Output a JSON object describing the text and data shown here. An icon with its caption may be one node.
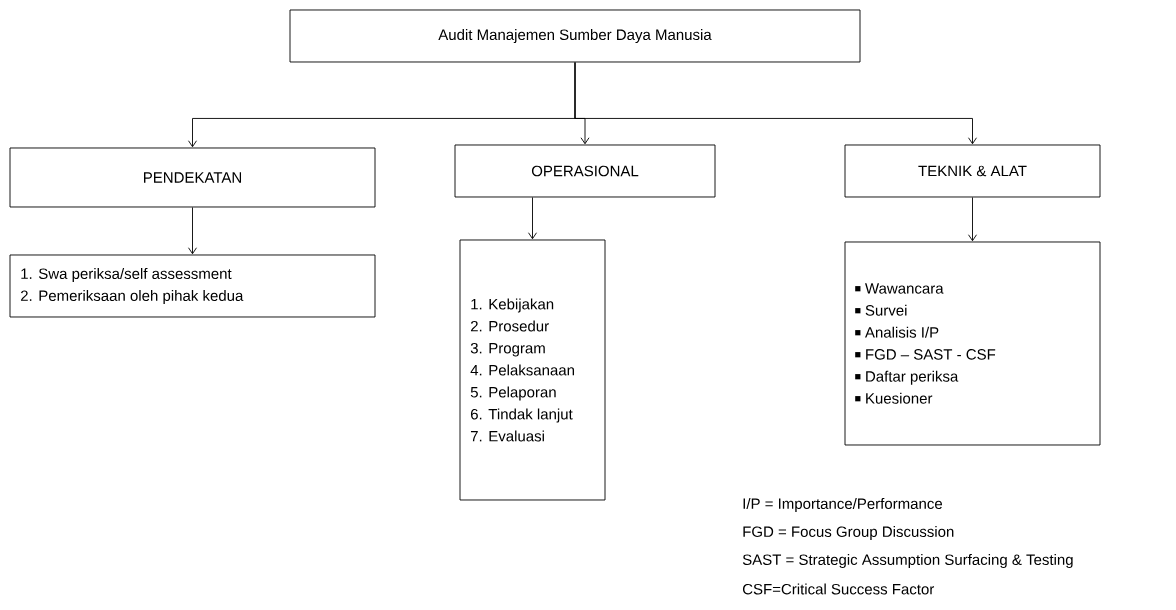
{
  "diagram": {
    "nodes": [
      {
        "text": [
          "Audit Manajemen Sumber Daya Manusia"
        ]
      },
      {
        "text": [
          "PENDEKATAN"
        ]
      },
      {
        "text": [
          "OPERASIONAL"
        ]
      },
      {
        "text": [
          "TEKNIK  & ALAT"
        ]
      },
      {
        "text": [
          "1. Swa periksa/self assessment",
          "2. Pemeriksaan  oleh pihak kedua"
        ]
      },
      {
        "text": [
          "1.  Kebijakan",
          "2.  Prosedur",
          "3.  Program",
          "4.  Pelaksanaan",
          "5.  Pelaporan",
          "6.  Tindak lanjut",
          "7.  Evaluasi"
        ]
      },
      {
        "text": [
          "Wawancara",
          "Survei",
          "Analisis I/P",
          "FGD – SAST - CSF",
          "Daftar periksa",
          "Kuesioner"
        ]
      }
    ],
    "edges": [
      {
        "from": 0,
        "to": 1,
        "arrow": "to"
      },
      {
        "from": 0,
        "to": 2,
        "arrow": "to"
      },
      {
        "from": 0,
        "to": 3,
        "arrow": "to"
      },
      {
        "from": 1,
        "to": 4,
        "arrow": "to"
      },
      {
        "from": 2,
        "to": 5,
        "arrow": "to"
      },
      {
        "from": 3,
        "to": 6,
        "arrow": "to"
      }
    ],
    "labels": [
      "I/P = Importance/Performance",
      "FGD = Focus Group  Discussion",
      "SAST = Strategic Assumption  Surfacing & Testing",
      "CSF=Critical  Success Factor"
    ]
  }
}
